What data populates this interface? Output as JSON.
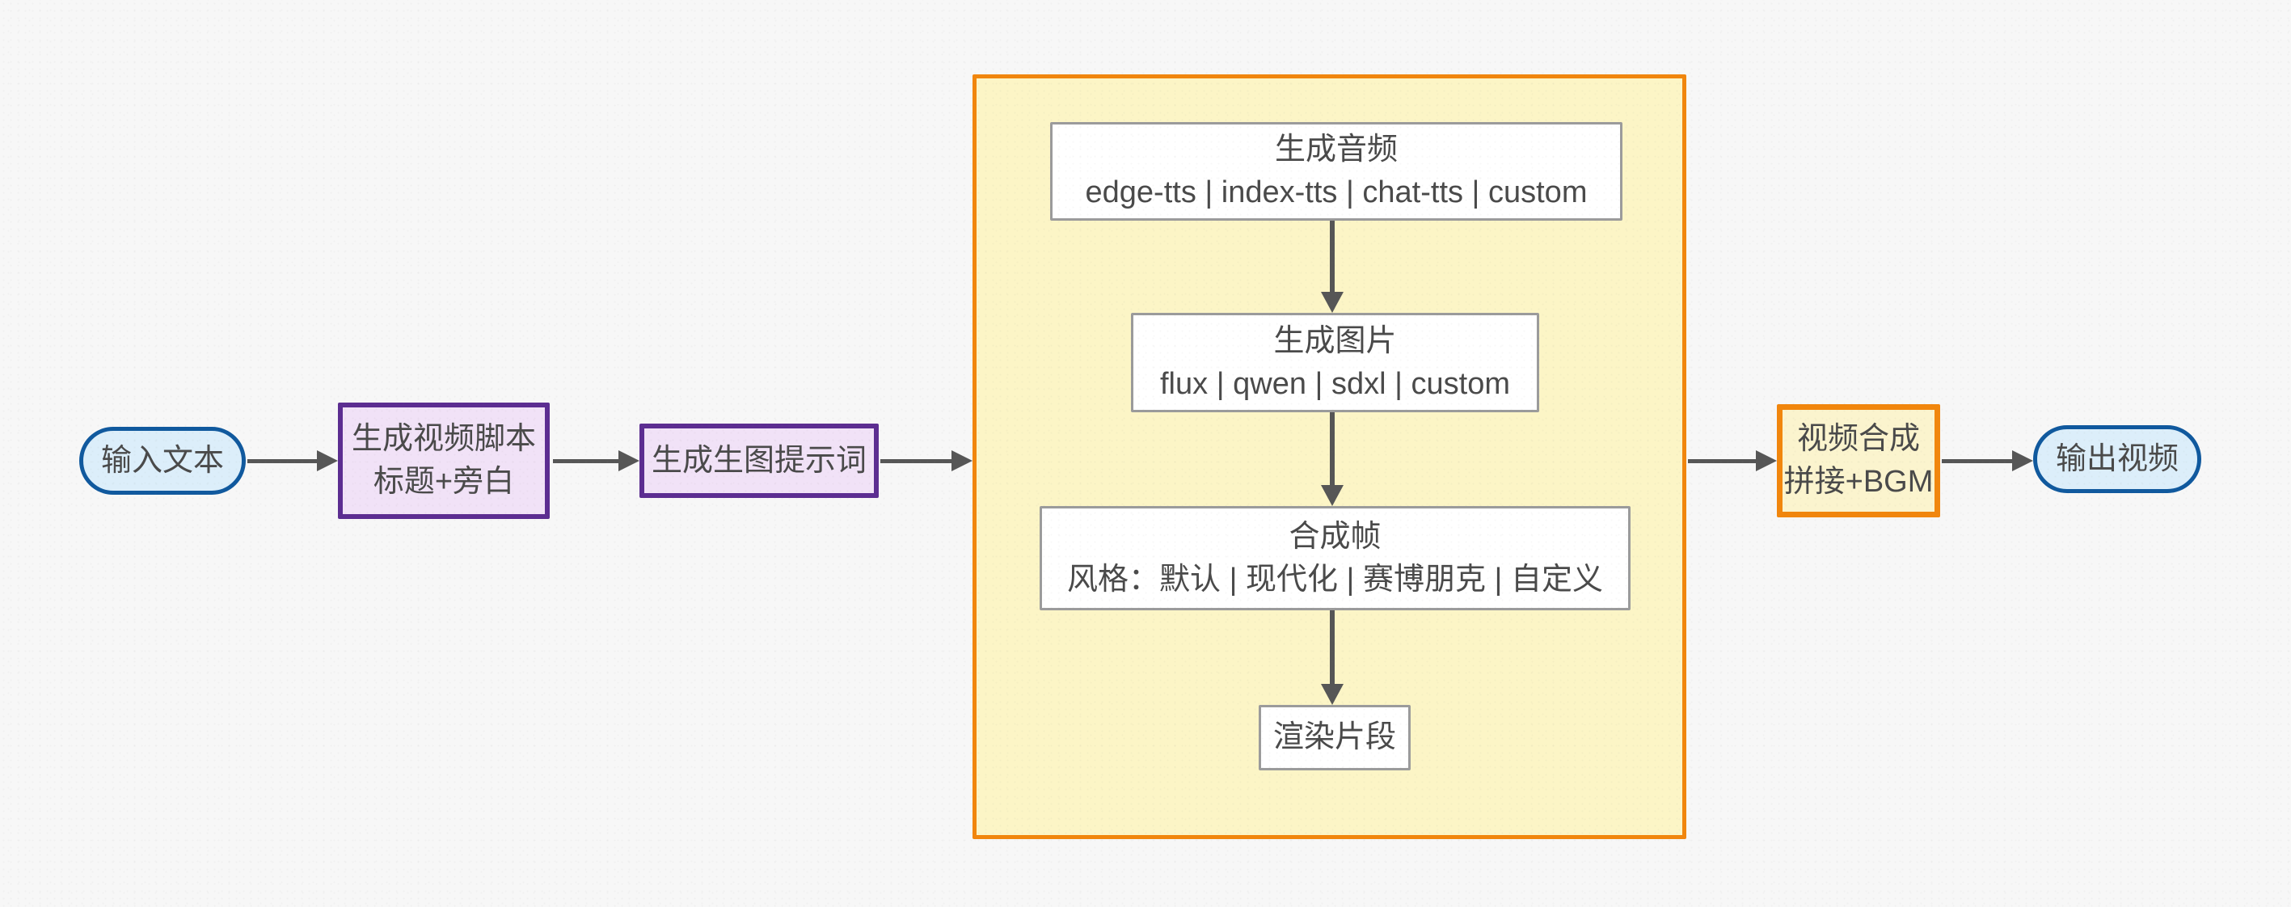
{
  "diagram": {
    "type": "flowchart",
    "direction": "left-to-right",
    "colors": {
      "background": "#f7f7f7",
      "arrow": "#565656",
      "text": "#4a4a4a",
      "pill_fill": "#dceefa",
      "pill_border": "#10599e",
      "purple_fill": "#f1e2f7",
      "purple_border": "#5c2d91",
      "group_fill": "#fcf5c6",
      "group_border": "#f1860d",
      "inner_fill": "#ffffff",
      "inner_border": "#9b9b9b",
      "compose_fill": "#fbf4ce",
      "compose_border": "#f1860d"
    },
    "nodes": {
      "input": {
        "label": "输入文本"
      },
      "script": {
        "line1": "生成视频脚本",
        "line2": "标题+旁白"
      },
      "prompt": {
        "label": "生成生图提示词"
      },
      "audio": {
        "title": "生成音频",
        "options": "edge-tts | index-tts | chat-tts | custom"
      },
      "image": {
        "title": "生成图片",
        "options": "flux | qwen | sdxl | custom"
      },
      "frame": {
        "title": "合成帧",
        "options": "风格：默认 | 现代化 | 赛博朋克 | 自定义"
      },
      "render": {
        "label": "渲染片段"
      },
      "compose": {
        "line1": "视频合成",
        "line2": "拼接+BGM"
      },
      "output": {
        "label": "输出视频"
      }
    },
    "edges": [
      "input->script",
      "script->prompt",
      "prompt->group",
      "audio->image",
      "image->frame",
      "frame->render",
      "group->compose",
      "compose->output"
    ]
  }
}
